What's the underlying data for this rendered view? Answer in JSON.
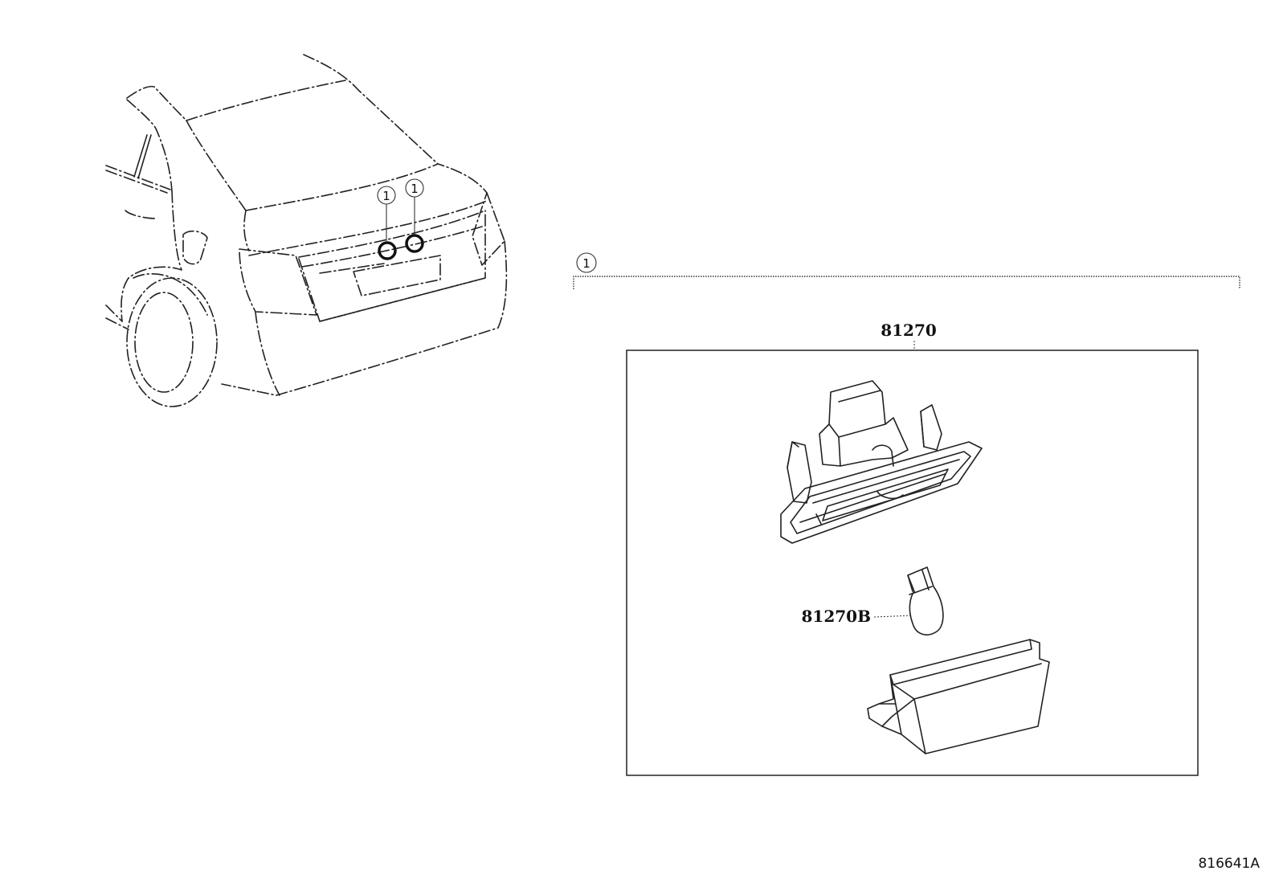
{
  "diagram": {
    "callouts": {
      "car_left": "1",
      "car_right": "1",
      "assembly": "1"
    },
    "parts": {
      "lamp_assembly": "81270",
      "bulb": "81270B"
    },
    "reference_number": "816641A"
  }
}
